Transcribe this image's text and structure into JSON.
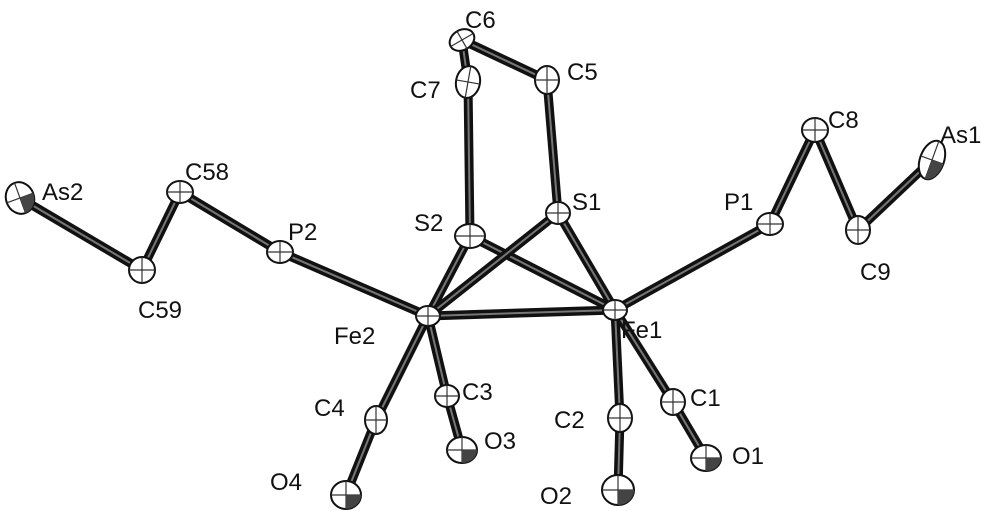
{
  "diagram": {
    "type": "ORTEP molecular structure",
    "atoms": [
      {
        "id": "C6",
        "label": "C6"
      },
      {
        "id": "C7",
        "label": "C7"
      },
      {
        "id": "C5",
        "label": "C5"
      },
      {
        "id": "C8",
        "label": "C8"
      },
      {
        "id": "As1",
        "label": "As1"
      },
      {
        "id": "As2",
        "label": "As2"
      },
      {
        "id": "C58",
        "label": "C58"
      },
      {
        "id": "S2",
        "label": "S2"
      },
      {
        "id": "S1",
        "label": "S1"
      },
      {
        "id": "P1",
        "label": "P1"
      },
      {
        "id": "P2",
        "label": "P2"
      },
      {
        "id": "C9",
        "label": "C9"
      },
      {
        "id": "C59",
        "label": "C59"
      },
      {
        "id": "Fe2",
        "label": "Fe2"
      },
      {
        "id": "Fe1",
        "label": "Fe1"
      },
      {
        "id": "C4",
        "label": "C4"
      },
      {
        "id": "C3",
        "label": "C3"
      },
      {
        "id": "C2",
        "label": "C2"
      },
      {
        "id": "C1",
        "label": "C1"
      },
      {
        "id": "O3",
        "label": "O3"
      },
      {
        "id": "O1",
        "label": "O1"
      },
      {
        "id": "O4",
        "label": "O4"
      },
      {
        "id": "O2",
        "label": "O2"
      }
    ],
    "bonds": [
      [
        "C6",
        "C7"
      ],
      [
        "C6",
        "C5"
      ],
      [
        "C7",
        "S2"
      ],
      [
        "C5",
        "S1"
      ],
      [
        "S2",
        "Fe2"
      ],
      [
        "S2",
        "Fe1"
      ],
      [
        "S1",
        "Fe2"
      ],
      [
        "S1",
        "Fe1"
      ],
      [
        "Fe1",
        "Fe2"
      ],
      [
        "Fe1",
        "P1"
      ],
      [
        "P1",
        "C8"
      ],
      [
        "C8",
        "C9"
      ],
      [
        "C9",
        "As1"
      ],
      [
        "Fe2",
        "P2"
      ],
      [
        "P2",
        "C58"
      ],
      [
        "C58",
        "C59"
      ],
      [
        "C59",
        "As2"
      ],
      [
        "Fe2",
        "C4"
      ],
      [
        "C4",
        "O4"
      ],
      [
        "Fe2",
        "C3"
      ],
      [
        "C3",
        "O3"
      ],
      [
        "Fe1",
        "C2"
      ],
      [
        "C2",
        "O2"
      ],
      [
        "Fe1",
        "C1"
      ],
      [
        "C1",
        "O1"
      ]
    ]
  }
}
